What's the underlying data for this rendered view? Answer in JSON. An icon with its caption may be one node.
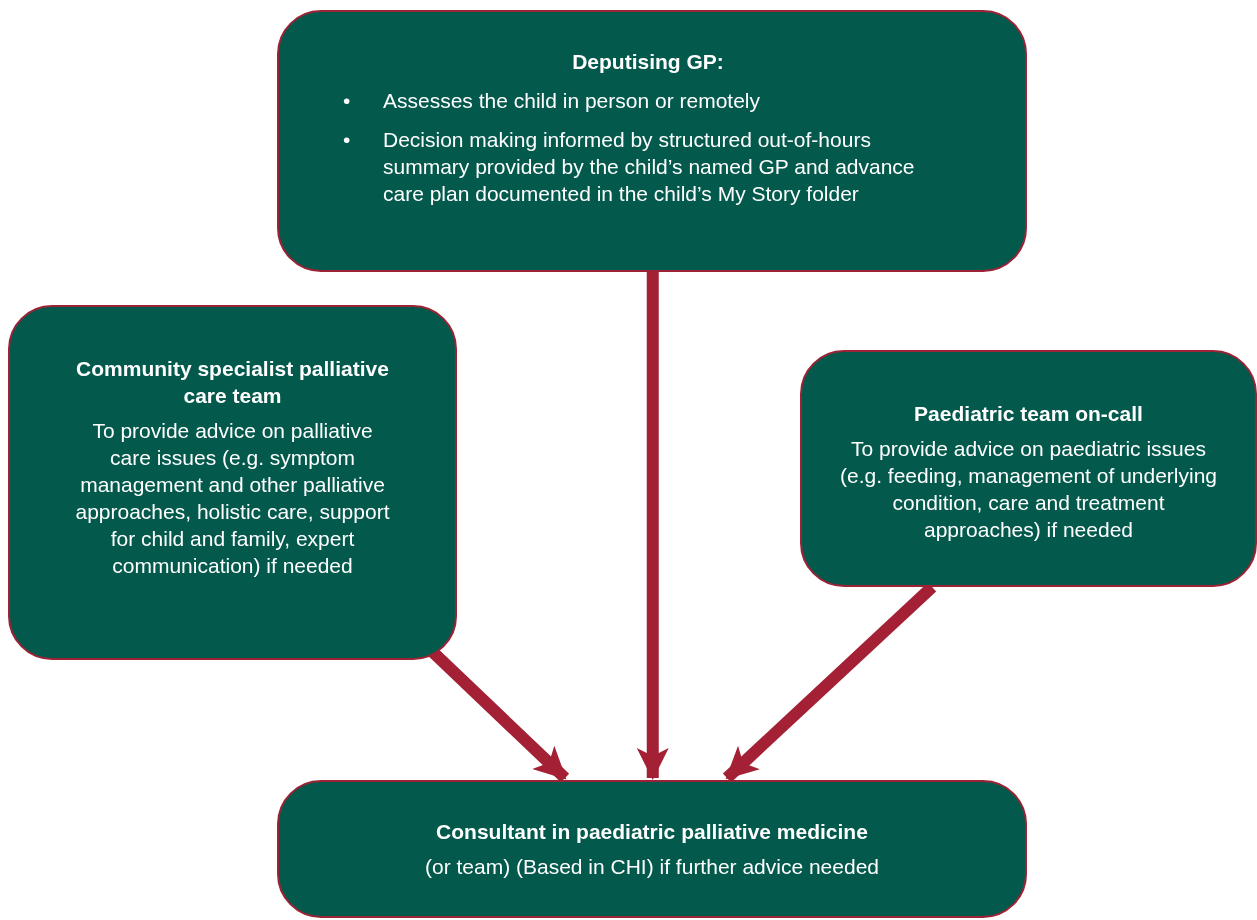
{
  "diagram": {
    "nodes": [
      {
        "text": [
          "Deputising GP:",
          "•",
          "Assesses the child in person or remotely",
          "•",
          "Decision making informed by structured out-of-hours summary provided by the child’s named GP and advance care plan documented in the child’s My Story folder"
        ]
      },
      {
        "text": [
          "Community specialist palliative care team",
          "To provide advice on palliative care issues (e.g. symptom management and other palliative approaches, holistic care, support for child and family, expert communication) if needed"
        ]
      },
      {
        "text": [
          "Paediatric team on-call",
          "To provide advice on paediatric issues (e.g. feeding, management of underlying condition, care and treatment approaches) if needed"
        ]
      },
      {
        "text": [
          "Consultant in paediatric palliative medicine",
          "(or team) (Based in CHI) if further advice needed"
        ]
      }
    ],
    "edges": [
      {
        "from": 0,
        "to": 3,
        "arrow": "to"
      },
      {
        "from": 1,
        "to": 3,
        "arrow": "to"
      },
      {
        "from": 2,
        "to": 3,
        "arrow": "to"
      }
    ]
  }
}
